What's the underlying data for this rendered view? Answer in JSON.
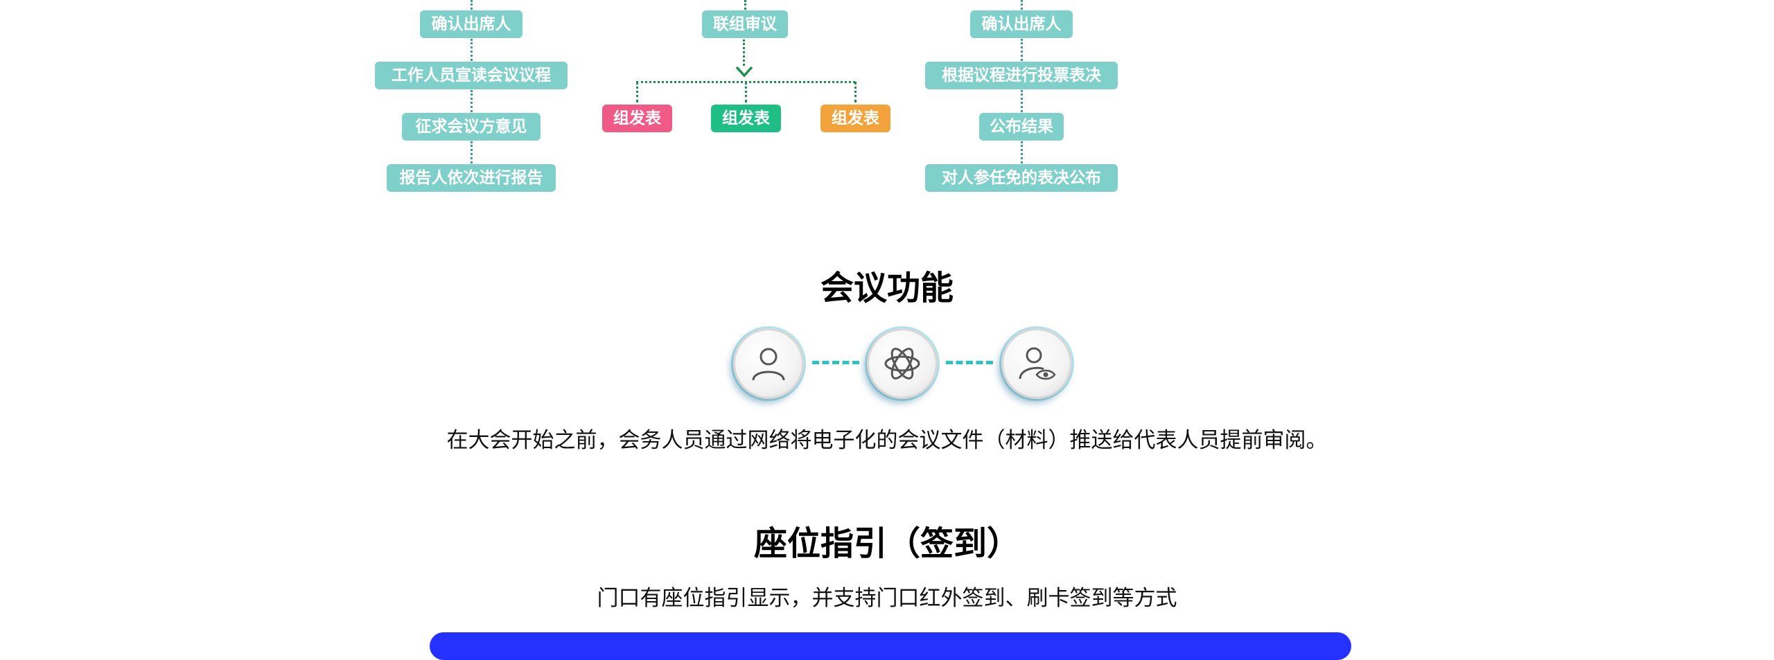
{
  "flow": {
    "left_column": [
      "确认出席人",
      "工作人员宣读会议议程",
      "征求会议方意见",
      "报告人依次进行报告"
    ],
    "middle_column": {
      "top": "联组审议",
      "branches": [
        "组发表",
        "组发表",
        "组发表"
      ]
    },
    "right_column": [
      "确认出席人",
      "根据议程进行投票表决",
      "公布结果",
      "对人参任免的表决公布"
    ]
  },
  "meeting_function": {
    "title": "会议功能",
    "icons": [
      "user-icon",
      "atom-icon",
      "user-view-icon"
    ],
    "description": "在大会开始之前，会务人员通过网络将电子化的会议文件（材料）推送给代表人员提前审阅。"
  },
  "seat_guide": {
    "title": "座位指引（签到）",
    "description": "门口有座位指引显示，并支持门口红外签到、刷卡签到等方式"
  },
  "colors": {
    "teal_tag": "#7fcfca",
    "pink_tag": "#ef5b86",
    "green_tag": "#1fbe85",
    "orange_tag": "#f3a33c",
    "dash_accent": "#2cc3c5",
    "blue_bar": "#2532ff"
  }
}
